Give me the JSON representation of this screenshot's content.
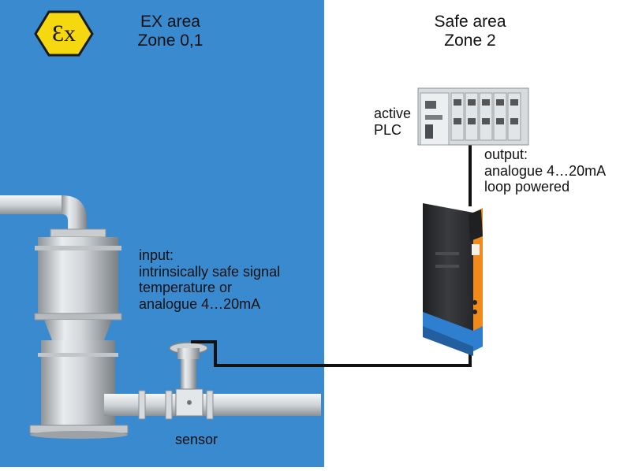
{
  "ex_area": {
    "title_line1": "EX area",
    "title_line2": "Zone 0,1"
  },
  "safe_area": {
    "title_line1": "Safe area",
    "title_line2": "Zone 2"
  },
  "ex_badge": {
    "symbol": "Ɛx"
  },
  "plc": {
    "label_line1": "active",
    "label_line2": "PLC"
  },
  "output": {
    "line1": "output:",
    "line2": "analogue 4…20mA",
    "line3": "loop powered"
  },
  "input": {
    "line1": "input:",
    "line2": "intrinsically safe signal",
    "line3": "temperature or",
    "line4": "analogue 4…20mA"
  },
  "sensor": {
    "label": "sensor"
  },
  "colors": {
    "ex_area": "#3a8ad0",
    "safe_area": "#ffffff",
    "ex_badge": "#f5d80f",
    "wire": "#111111",
    "module_accent": "#f08a1a",
    "module_base": "#2f7fd0"
  }
}
